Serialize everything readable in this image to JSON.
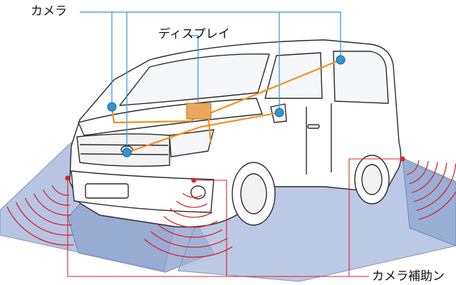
{
  "labels": {
    "camera": "カメラ",
    "display": "ディスプレイ",
    "sensor": "カメラ補助ン"
  },
  "colors": {
    "camera_line": "#2f96d6",
    "wiring": "#f0901e",
    "sensor": "#d6262a",
    "coverage": "#9fb2d8",
    "outline": "#2a2a2a"
  }
}
